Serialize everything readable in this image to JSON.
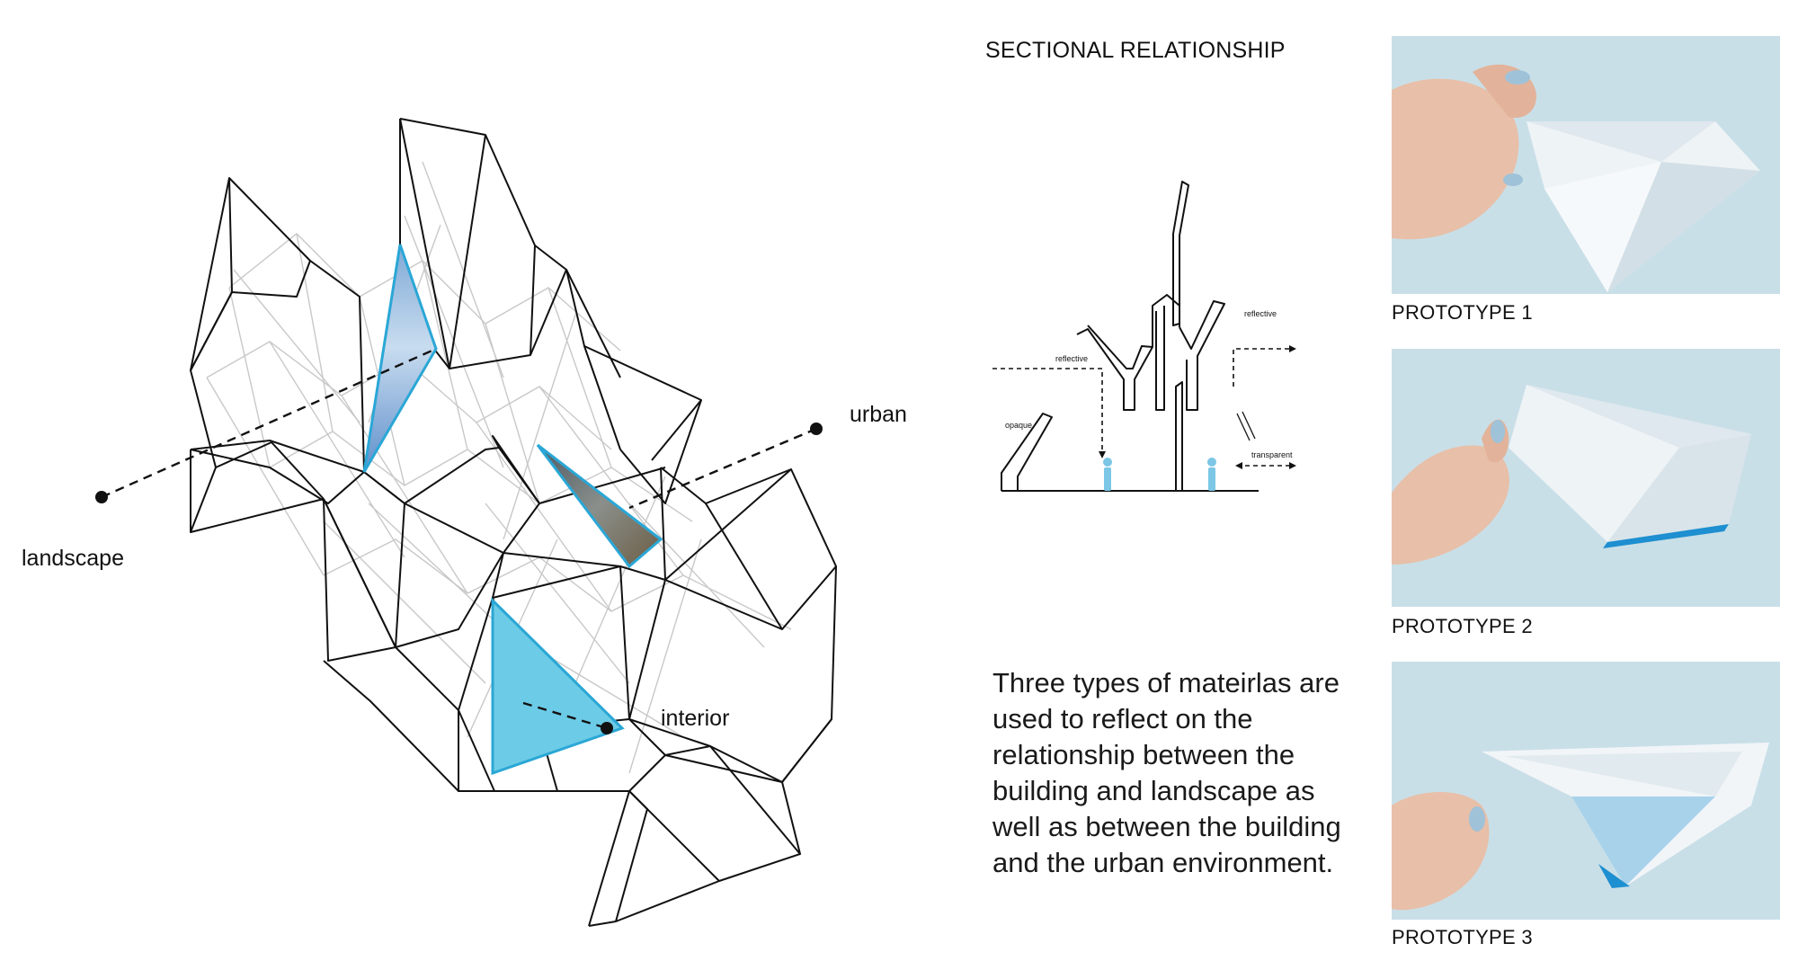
{
  "labels": {
    "landscape": "landscape",
    "urban": "urban",
    "interior": "interior"
  },
  "section": {
    "title": "SECTIONAL RELATIONSHIP",
    "annotations": {
      "reflective_left": "reflective",
      "reflective_right": "reflective",
      "opaque": "opaque",
      "transparent": "transparent"
    }
  },
  "description": "Three types of mateirlas are used to reflect on the relationship between the building and landscape as well as between the building and the urban environment.",
  "prototypes": [
    {
      "label": "PROTOTYPE 1"
    },
    {
      "label": "PROTOTYPE 2"
    },
    {
      "label": "PROTOTYPE 3"
    }
  ],
  "colors": {
    "accent_blue": "#2aa7d6",
    "fill_blue": "#6ccbe6",
    "photo_bg": "#c9dfe8",
    "figure_blue": "#7cc6e6"
  }
}
